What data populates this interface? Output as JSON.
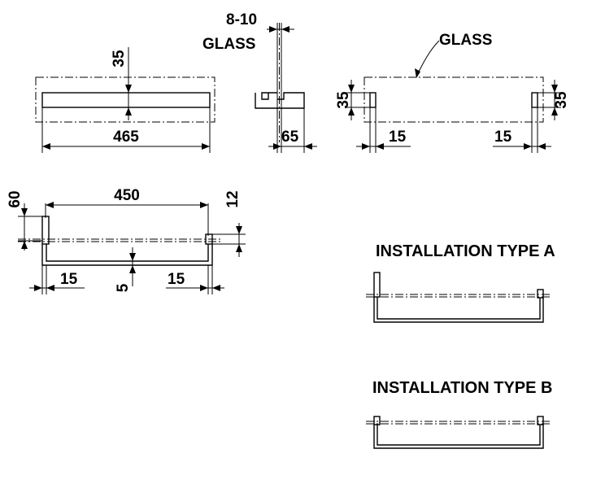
{
  "top_view": {
    "height_dim": "35",
    "length_dim": "465"
  },
  "side_view": {
    "glass_thickness_dim": "8-10",
    "glass_label": "GLASS",
    "depth_dim": "65"
  },
  "glass_view": {
    "glass_label": "GLASS",
    "left_height_dim": "35",
    "right_height_dim": "35",
    "left_offset_dim": "15",
    "right_offset_dim": "15"
  },
  "front_view": {
    "height_dim": "60",
    "span_dim": "450",
    "top_dim": "12",
    "left_offset_dim": "15",
    "right_offset_dim": "15",
    "thickness_dim": "5"
  },
  "install_a": {
    "title": "INSTALLATION TYPE A"
  },
  "install_b": {
    "title": "INSTALLATION TYPE B"
  }
}
